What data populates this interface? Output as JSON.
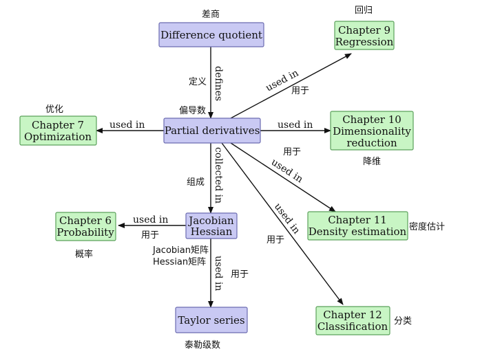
{
  "nodes": {
    "difference_quotient": {
      "lines": [
        "Difference quotient"
      ],
      "fill": "#c9c9f3",
      "stroke": "#6b6bb0"
    },
    "partial_derivatives": {
      "lines": [
        "Partial derivatives"
      ],
      "fill": "#c9c9f3",
      "stroke": "#6b6bb0"
    },
    "jacobian_hessian": {
      "lines": [
        "Jacobian",
        "Hessian"
      ],
      "fill": "#c9c9f3",
      "stroke": "#6b6bb0"
    },
    "taylor_series": {
      "lines": [
        "Taylor series"
      ],
      "fill": "#c9c9f3",
      "stroke": "#6b6bb0"
    },
    "chapter9": {
      "lines": [
        "Chapter 9",
        "Regression"
      ],
      "fill": "#c8f5c4",
      "stroke": "#5aa05a"
    },
    "chapter7": {
      "lines": [
        "Chapter 7",
        "Optimization"
      ],
      "fill": "#c8f5c4",
      "stroke": "#5aa05a"
    },
    "chapter10": {
      "lines": [
        "Chapter 10",
        "Dimensionality",
        "reduction"
      ],
      "fill": "#c8f5c4",
      "stroke": "#5aa05a"
    },
    "chapter6": {
      "lines": [
        "Chapter 6",
        "Probability"
      ],
      "fill": "#c8f5c4",
      "stroke": "#5aa05a"
    },
    "chapter11": {
      "lines": [
        "Chapter 11",
        "Density estimation"
      ],
      "fill": "#c8f5c4",
      "stroke": "#5aa05a"
    },
    "chapter12": {
      "lines": [
        "Chapter 12",
        "Classification"
      ],
      "fill": "#c8f5c4",
      "stroke": "#5aa05a"
    }
  },
  "edge_labels": {
    "defines": "defines",
    "collected_in": "collected in",
    "used_in": "used in"
  },
  "chinese": {
    "chaishang": "差商",
    "huigui": "回归",
    "dingyi": "定义",
    "piandaoshu": "偏导数",
    "youhua": "优化",
    "yongyu": "用于",
    "jiangwei": "降维",
    "zucheng": "组成",
    "gailv": "概率",
    "jacobian_cn": "Jacobian矩阵",
    "hessian_cn": "Hessian矩阵",
    "midu": "密度估计",
    "fenlei": "分类",
    "taile": "泰勒级数"
  }
}
